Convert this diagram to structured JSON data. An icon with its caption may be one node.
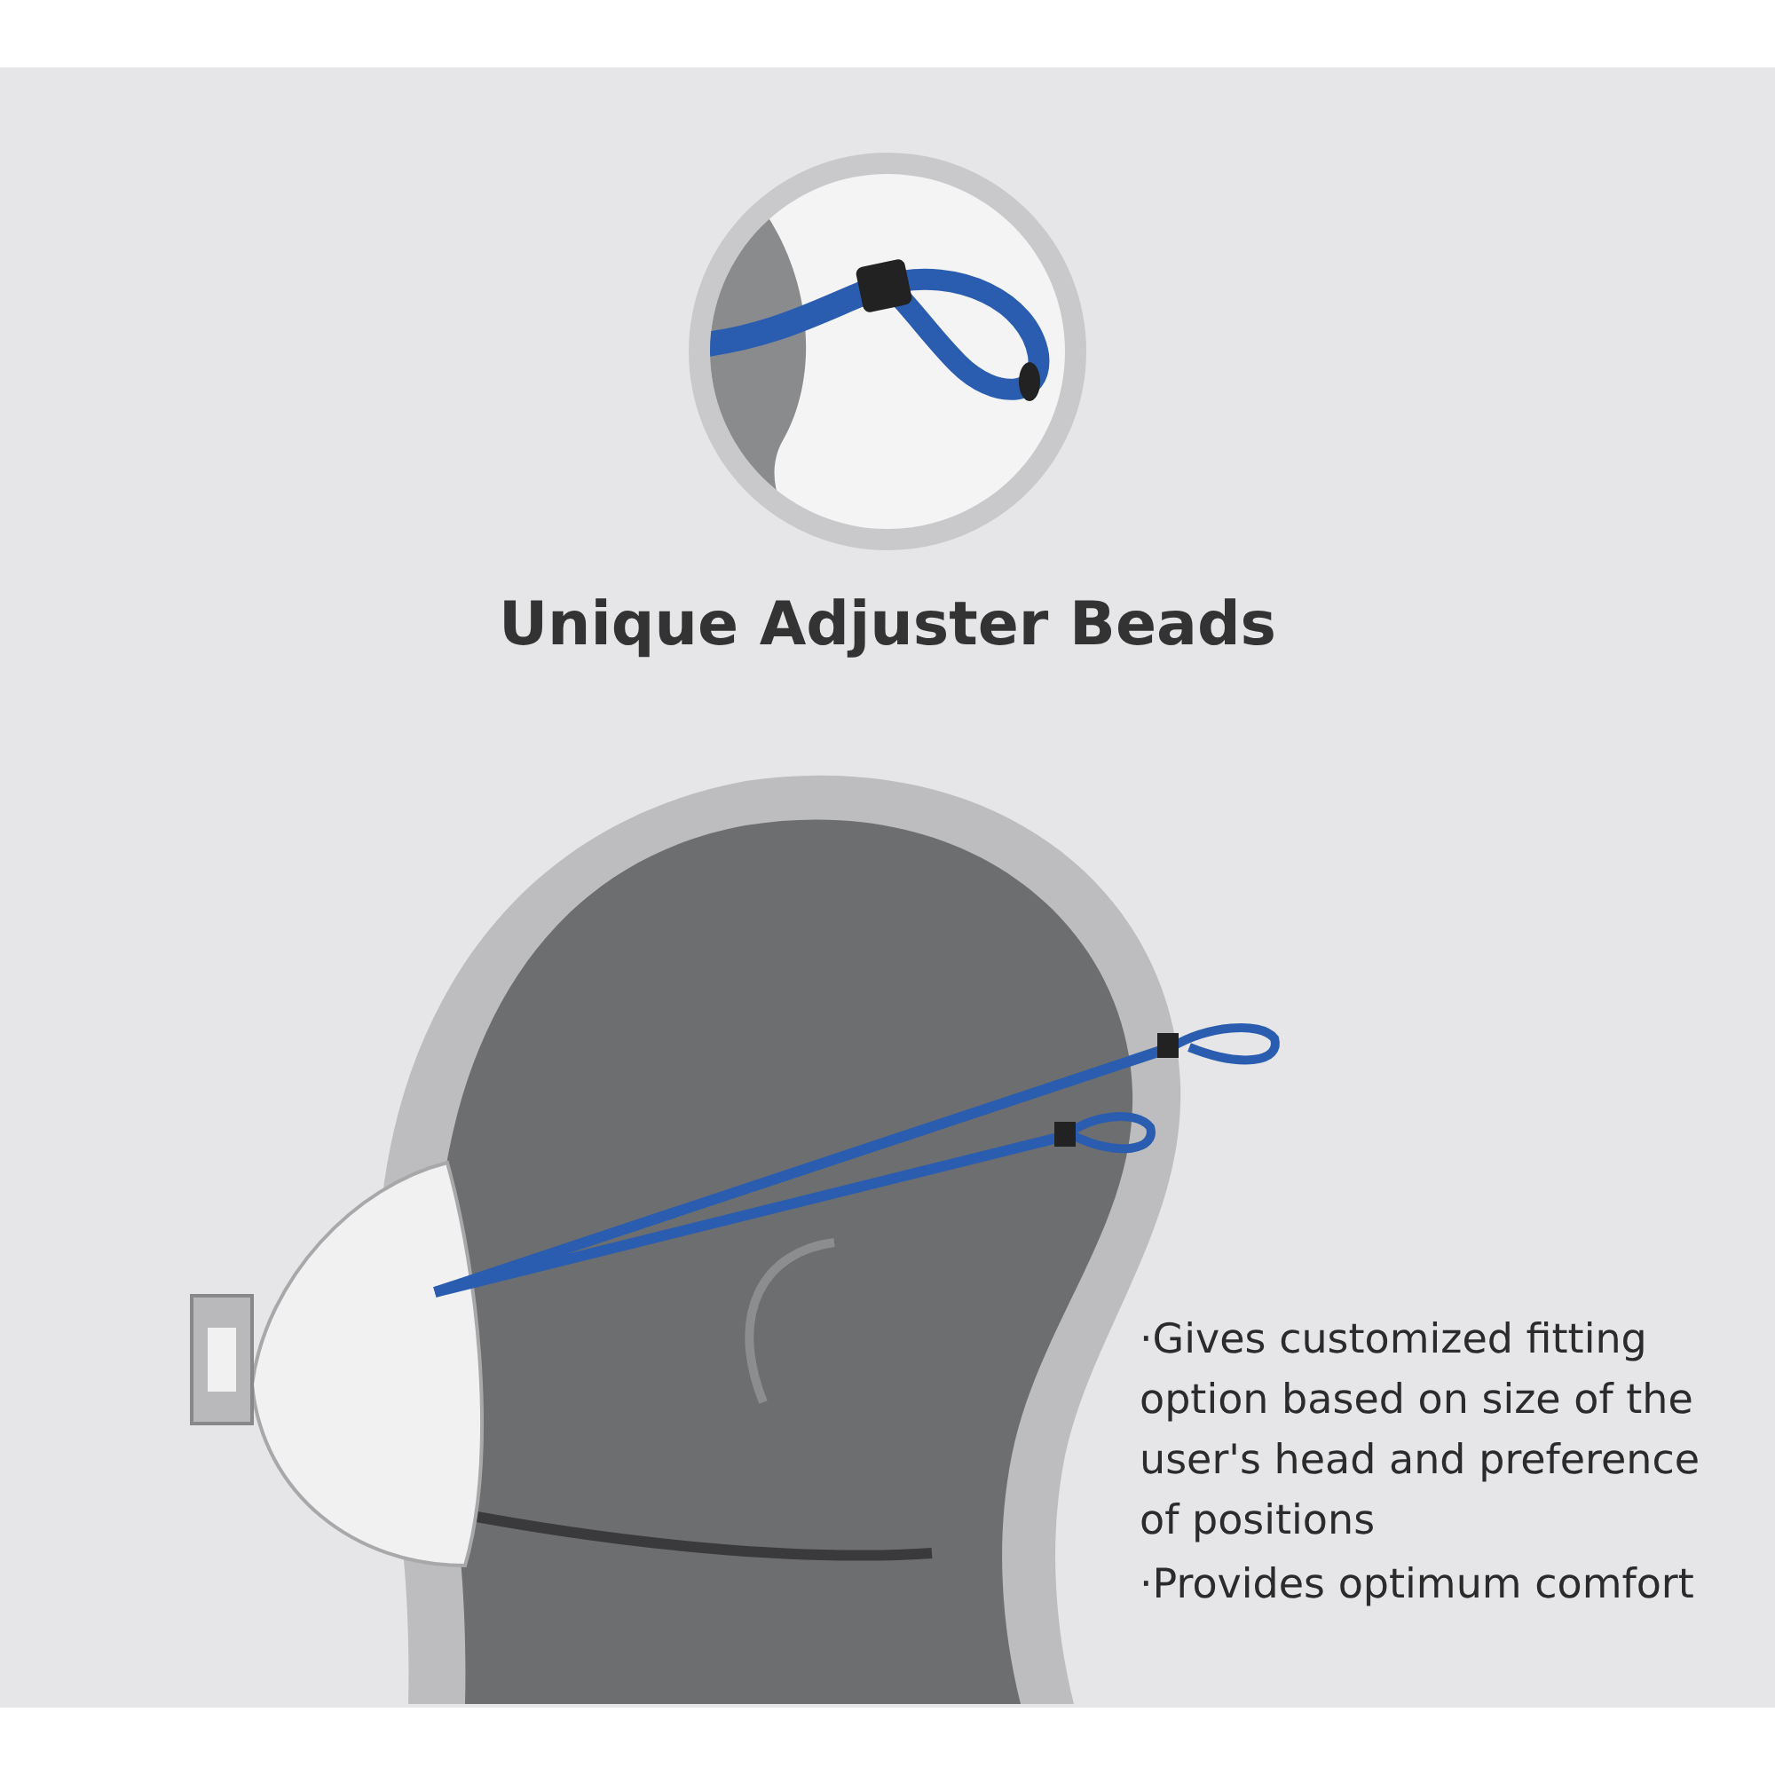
{
  "diagram": {
    "title": "Unique Adjuster Beads",
    "labels": [
      "·Gives customized fitting option based on size of the user's head and preference of positions",
      "·Provides optimum comfort"
    ]
  }
}
